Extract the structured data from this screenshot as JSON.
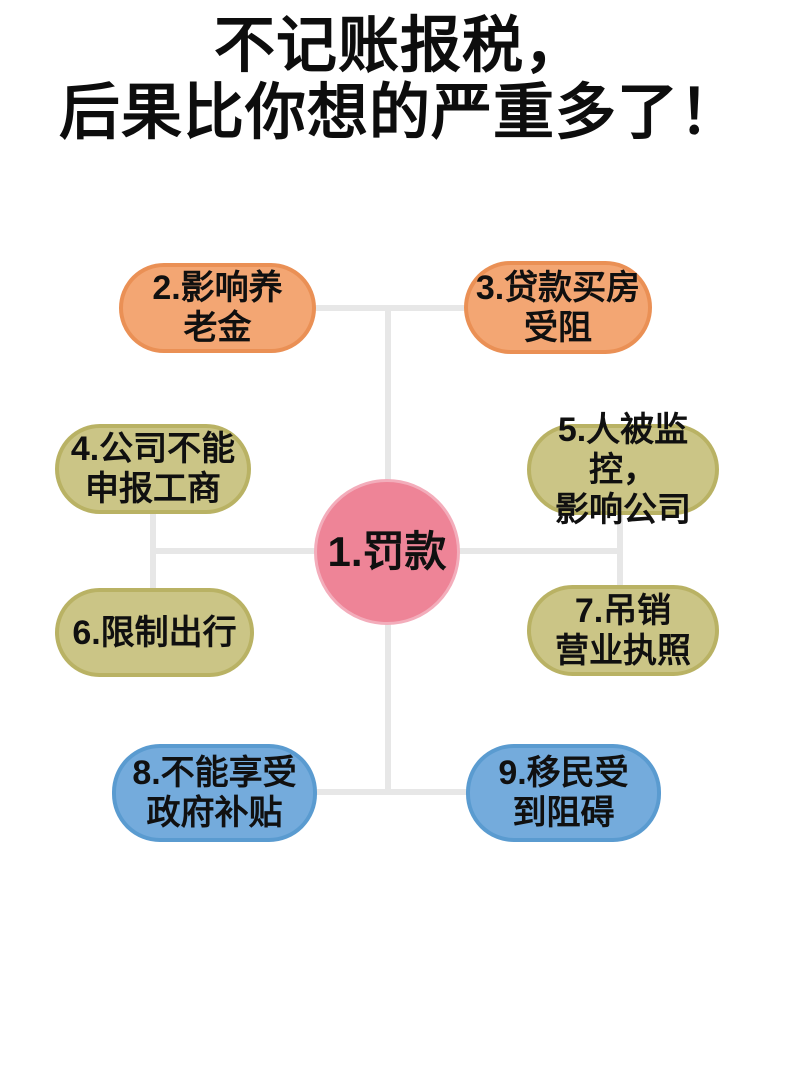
{
  "page": {
    "background": "#ffffff"
  },
  "title": {
    "text": "不记账报税，\n后果比你想的严重多了！",
    "color": "#0d0d0d"
  },
  "diagram": {
    "type": "mind-map",
    "connector_color": "#e7e7e7",
    "center": {
      "id": "1",
      "label": "1.罚款",
      "fill": "#ee8497",
      "border": "#f3adbb",
      "shape": "circle"
    },
    "nodes": [
      {
        "id": "2",
        "label": "2.影响养\n老金",
        "fill": "#f3a673",
        "border": "#ea9055",
        "position": "top-left"
      },
      {
        "id": "3",
        "label": "3.贷款买房\n受阻",
        "fill": "#f3a673",
        "border": "#ea9055",
        "position": "top-right"
      },
      {
        "id": "4",
        "label": "4.公司不能\n申报工商",
        "fill": "#cbc586",
        "border": "#b9b264",
        "position": "mid-left-upper"
      },
      {
        "id": "5",
        "label": "5.人被监控，\n影响公司",
        "fill": "#cbc586",
        "border": "#b9b264",
        "position": "mid-right-upper"
      },
      {
        "id": "6",
        "label": "6.限制出行",
        "fill": "#cbc586",
        "border": "#b9b264",
        "position": "mid-left-lower"
      },
      {
        "id": "7",
        "label": "7.吊销\n营业执照",
        "fill": "#cbc586",
        "border": "#b9b264",
        "position": "mid-right-lower"
      },
      {
        "id": "8",
        "label": "8.不能享受\n政府补贴",
        "fill": "#74abdc",
        "border": "#5a9bd0",
        "position": "bottom-left"
      },
      {
        "id": "9",
        "label": "9.移民受\n到阻碍",
        "fill": "#74abdc",
        "border": "#5a9bd0",
        "position": "bottom-right"
      }
    ]
  }
}
